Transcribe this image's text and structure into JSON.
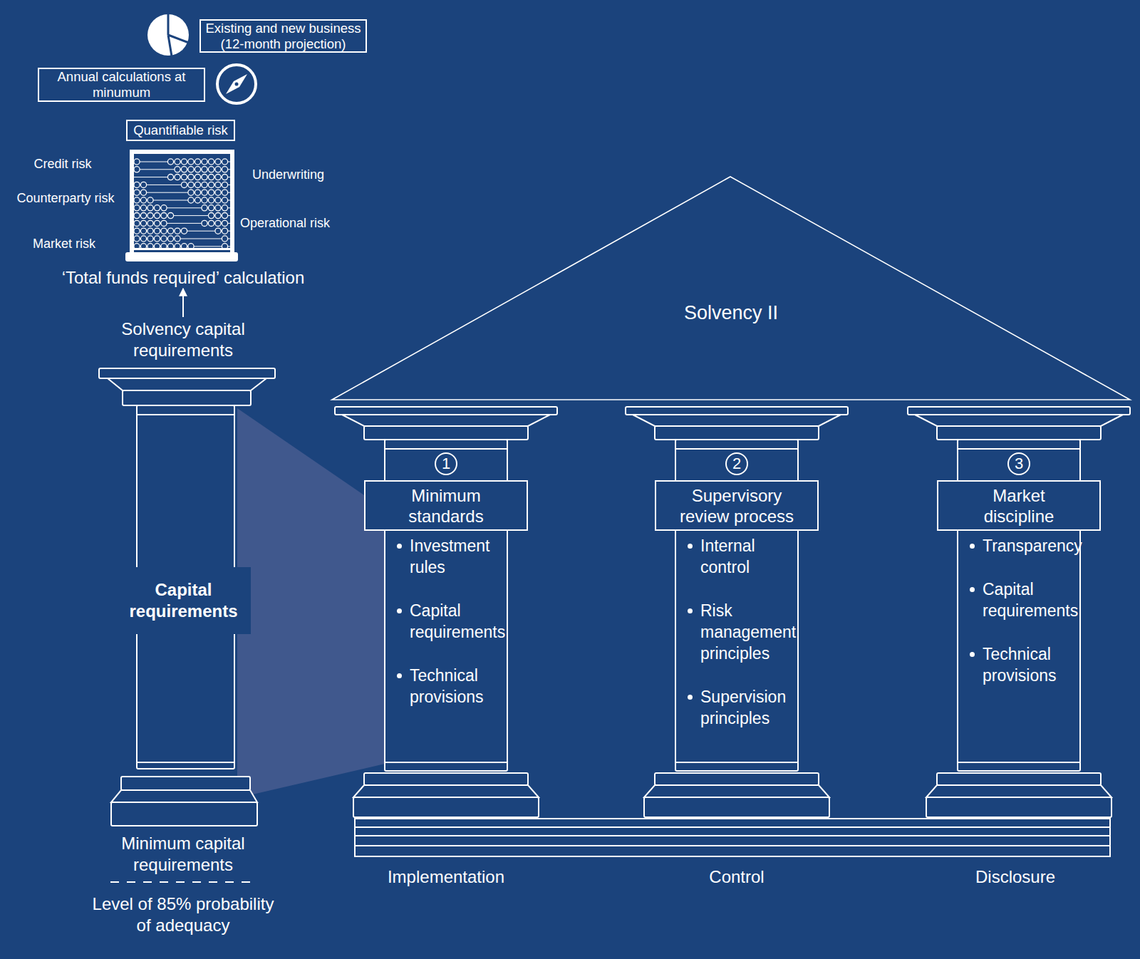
{
  "diagram": {
    "nodes": [
      {
        "text": [
          "Existing and new business (12-month projection)"
        ]
      },
      {
        "text": [
          "Annual calculations at minumum"
        ]
      },
      {
        "text": [
          "Quantifiable risk"
        ]
      },
      {
        "text": [
          "‘Total funds required’ calculation"
        ]
      },
      {
        "text": [
          "Solvency capital requirements",
          "Minimum capital requirements"
        ]
      },
      {
        "text": [
          "Capital requirements"
        ],
        "in": 4
      },
      {
        "text": [
          "Solvency II"
        ]
      },
      {
        "text": [
          "Investment rules",
          "Capital requirements",
          "Technical provisions"
        ]
      },
      {
        "text": [
          "1"
        ],
        "in": 7
      },
      {
        "text": [
          "Minimum standards"
        ],
        "in": 7
      },
      {
        "text": [
          "Internal control",
          "Risk management principles",
          "Supervision principles"
        ]
      },
      {
        "text": [
          "2"
        ],
        "in": 10
      },
      {
        "text": [
          "Supervisory review process"
        ],
        "in": 10
      },
      {
        "text": [
          "Transparency",
          "Capital requirements",
          "Technical provisions"
        ]
      },
      {
        "text": [
          "3"
        ],
        "in": 13
      },
      {
        "text": [
          "Market discipline"
        ],
        "in": 13
      }
    ],
    "edges": [
      {
        "from": 4,
        "to": 3,
        "arrow": "to"
      }
    ],
    "labels": [
      "Credit risk",
      "Underwriting",
      "Counterparty risk",
      "Operational risk",
      "Market risk",
      "Level of 85% probability of adequacy",
      "Implementation",
      "Control",
      "Disclosure"
    ]
  }
}
